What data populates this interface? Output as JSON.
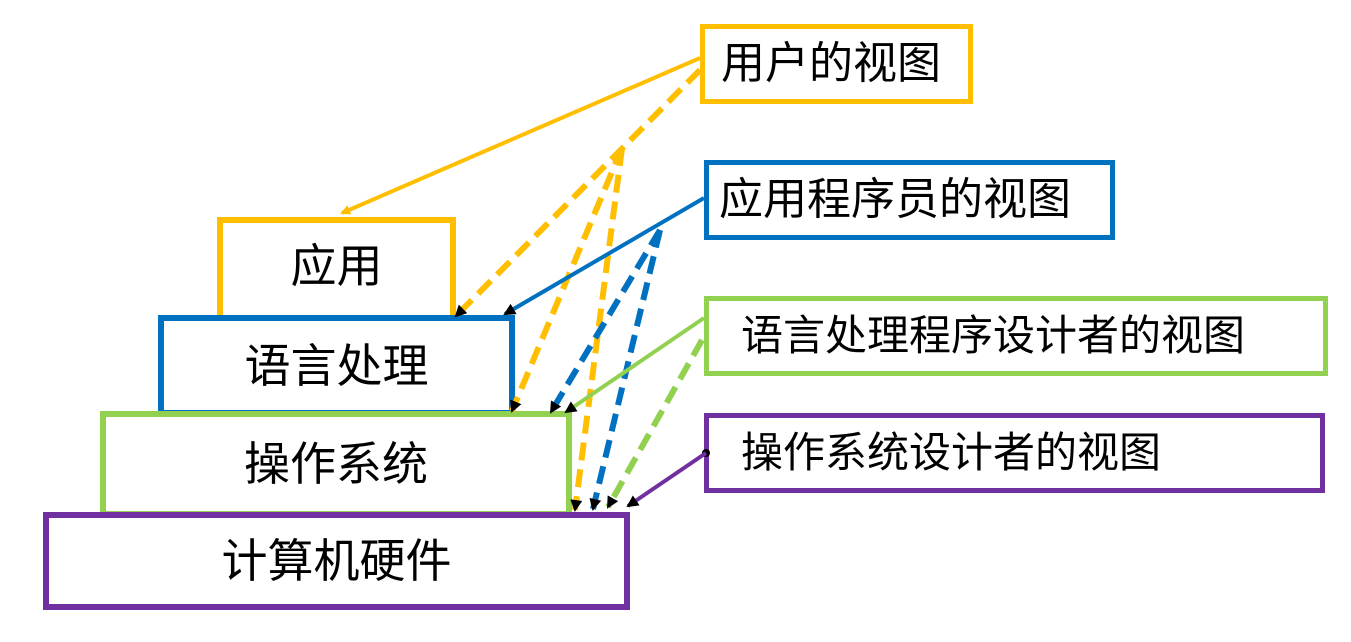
{
  "layers": {
    "app": "应用",
    "lang": "语言处理",
    "os": "操作系统",
    "hw": "计算机硬件"
  },
  "views": {
    "user": "用户的视图",
    "app_dev": "应用程序员的视图",
    "lang_dev": "语言处理程序设计者的视图",
    "os_dev": "操作系统设计者的视图"
  },
  "colors": {
    "user": "#ffbf00",
    "app_dev": "#0070c0",
    "lang_dev": "#92d050",
    "os_dev": "#7030a0"
  }
}
